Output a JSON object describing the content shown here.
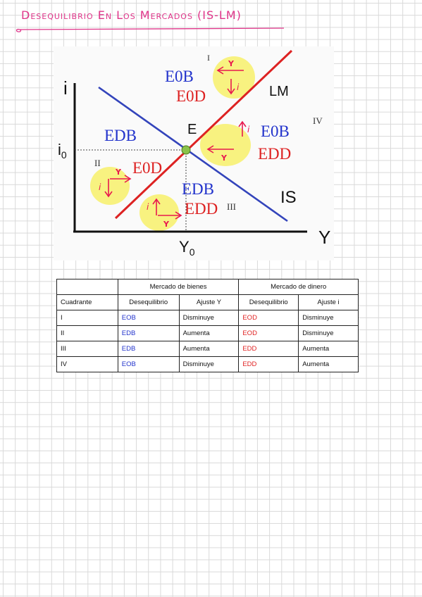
{
  "title": "Desequilibrio En Los Mercados (IS-LM)",
  "colors": {
    "title_pink": "#e0358a",
    "is_curve": "#3344bb",
    "lm_curve": "#dd2222",
    "highlight": "#f7f06a",
    "equilibrium": "#8bc34a",
    "annotation": "#e8194f"
  },
  "diagram": {
    "y_axis_label": "i",
    "x_axis_label": "Y",
    "i0_label": "i",
    "i0_sub": "0",
    "y0_label": "Y",
    "y0_sub": "0",
    "equilibrium_label": "E",
    "lm_label": "LM",
    "is_label": "IS",
    "quadrant_I": {
      "roman": "I",
      "top": "E0B",
      "bottom": "E0D",
      "note_y": "Y",
      "note_i": "i"
    },
    "quadrant_II": {
      "roman": "II",
      "top": "EDB",
      "bottom": "E0D",
      "note_y": "Y",
      "note_i": "i"
    },
    "quadrant_III": {
      "roman": "III",
      "top": "EDB",
      "bottom": "EDD",
      "note_y": "Y",
      "note_i": "i"
    },
    "quadrant_IV": {
      "roman": "IV",
      "top": "E0B",
      "bottom": "EDD",
      "note_y": "Y",
      "note_i": "i"
    }
  },
  "table": {
    "group_goods": "Mercado de bienes",
    "group_money": "Mercado de dinero",
    "headers": [
      "Cuadrante",
      "Desequilibrio",
      "Ajuste Y",
      "Desequilibrio",
      "Ajuste i"
    ],
    "rows": [
      [
        "I",
        "EOB",
        "Disminuye",
        "EOD",
        "Disminuye"
      ],
      [
        "II",
        "EDB",
        "Aumenta",
        "EOD",
        "Disminuye"
      ],
      [
        "III",
        "EDB",
        "Aumenta",
        "EDD",
        "Aumenta"
      ],
      [
        "IV",
        "EOB",
        "Disminuye",
        "EDD",
        "Aumenta"
      ]
    ]
  }
}
